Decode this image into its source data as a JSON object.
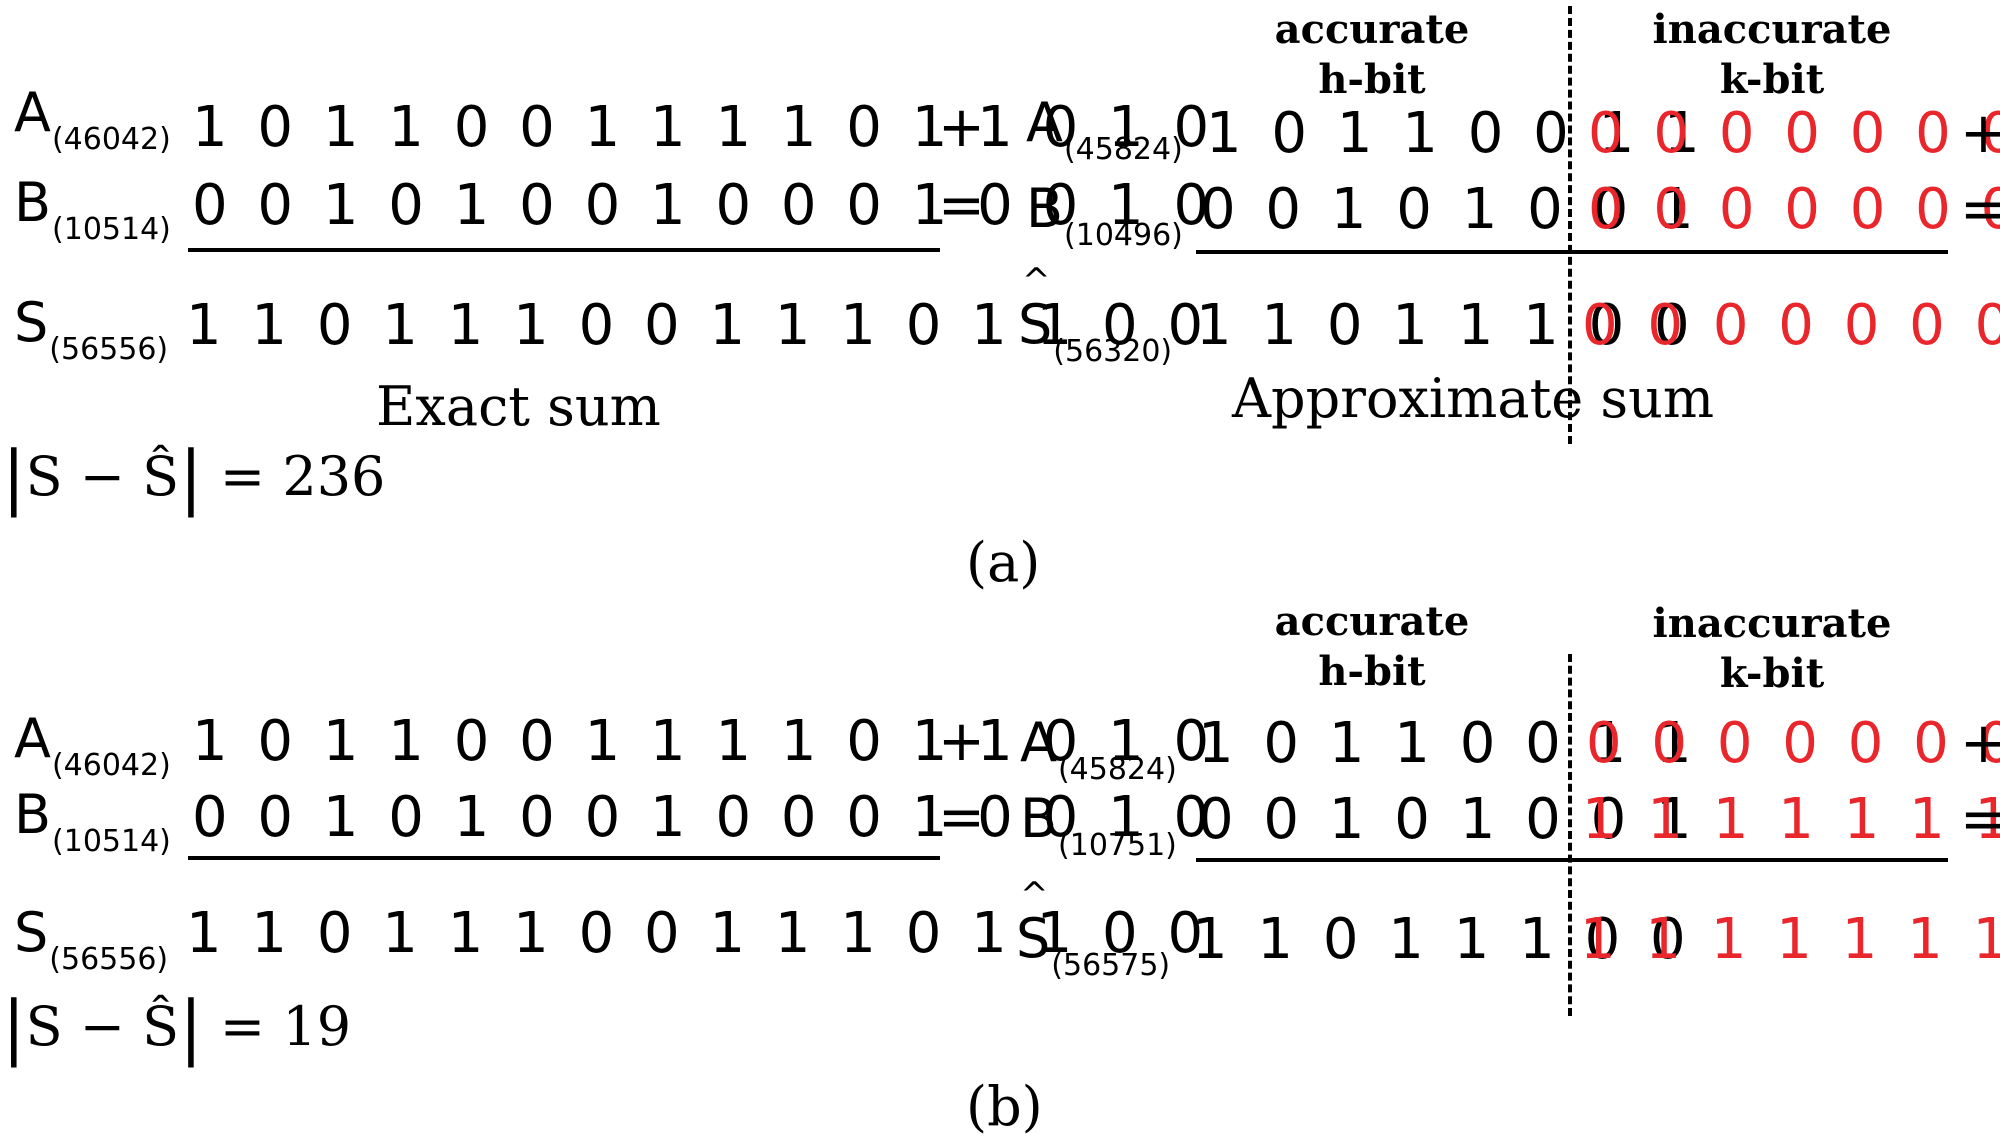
{
  "panel_a": {
    "caption": "(a)",
    "exact": {
      "a_label": "A",
      "a_value": "(46042)",
      "a_bits": "1011001111011010",
      "a_op": "+",
      "b_label": "B",
      "b_value": "(10514)",
      "b_bits": "0010100100010010",
      "b_op": "=",
      "s_label": "S",
      "s_value": "(56556)",
      "s_bits": "1101110011101100",
      "title": "Exact sum"
    },
    "approx": {
      "accurate_head": [
        "accurate",
        "h-bit"
      ],
      "inaccurate_head": [
        "inaccurate",
        "k-bit"
      ],
      "a_label": "A",
      "a_value": "(45824)",
      "a_bits_h": "10110011",
      "a_bits_k": "00000000",
      "a_op": "+",
      "b_label": "B",
      "b_value": "(10496)",
      "b_bits_h": "00101001",
      "b_bits_k": "00000000",
      "b_op": "=",
      "s_label": "S",
      "s_value": "(56320)",
      "s_bits_h": "11011100",
      "s_bits_k": "00000000",
      "title": "Approximate sum"
    },
    "error": {
      "lhs": "S − Ŝ",
      "rhs": "= 236"
    }
  },
  "panel_b": {
    "caption": "(b)",
    "exact": {
      "a_label": "A",
      "a_value": "(46042)",
      "a_bits": "1011001111011010",
      "a_op": "+",
      "b_label": "B",
      "b_value": "(10514)",
      "b_bits": "0010100100010010",
      "b_op": "=",
      "s_label": "S",
      "s_value": "(56556)",
      "s_bits": "1101110011101100"
    },
    "approx": {
      "accurate_head": [
        "accurate",
        "h-bit"
      ],
      "inaccurate_head": [
        "inaccurate",
        "k-bit"
      ],
      "a_label": "A",
      "a_value": "(45824)",
      "a_bits_h": "10110011",
      "a_bits_k": "00000000",
      "a_op": "+",
      "b_label": "B",
      "b_value": "(10751)",
      "b_bits_h": "00101001",
      "b_bits_k": "11111111",
      "b_op": "=",
      "s_label": "S",
      "s_value": "(56575)",
      "s_bits_h": "11011100",
      "s_bits_k": "11111111"
    },
    "error": {
      "lhs": "S − Ŝ",
      "rhs": "= 19"
    }
  },
  "colors": {
    "inaccurate_bits": "#e8262b",
    "text": "#000000"
  }
}
